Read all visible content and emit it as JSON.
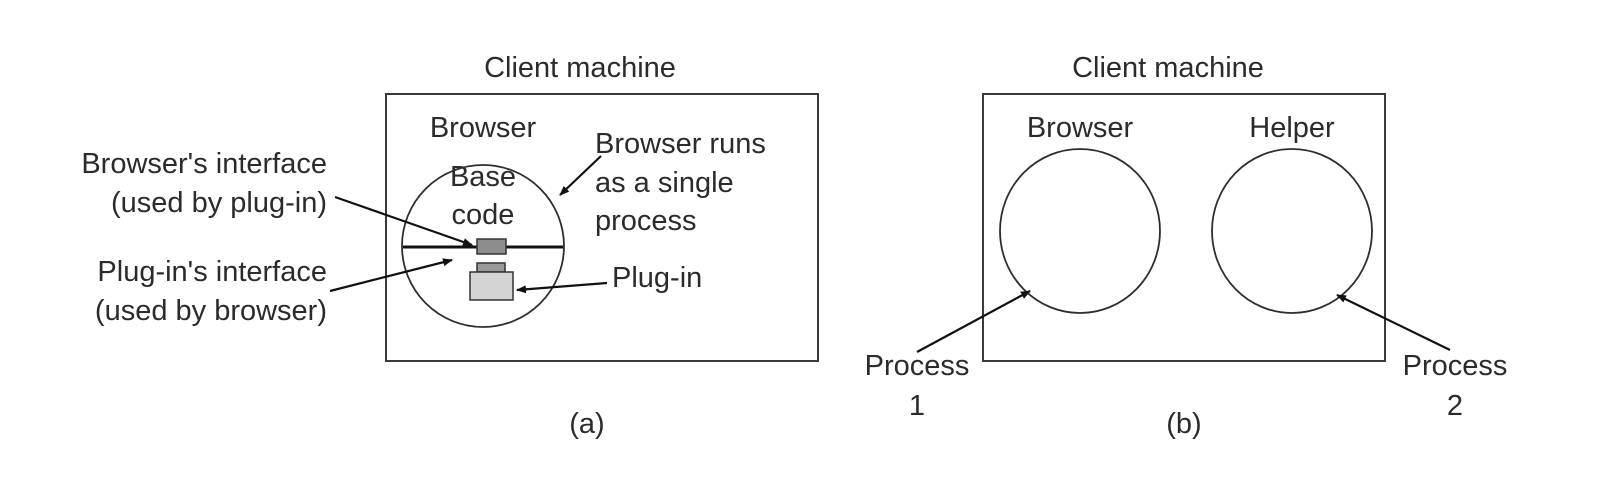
{
  "panels": {
    "a": {
      "caption": "(a)",
      "machine_label": "Client machine",
      "process_label": "Browser",
      "base_code": [
        "Base",
        "code"
      ],
      "runs_note": [
        "Browser runs",
        "as a single",
        "process"
      ],
      "plugin_label": "Plug-in",
      "browser_interface_label": [
        "Browser's interface",
        "(used by plug-in)"
      ],
      "plugin_interface_label": [
        "Plug-in's interface",
        "(used by browser)"
      ],
      "colors": {
        "browser_interface_fill": "#8c8c8c",
        "plugin_tab_fill": "#9a9a9a",
        "plugin_body_fill": "#d4d4d4"
      }
    },
    "b": {
      "caption": "(b)",
      "machine_label": "Client machine",
      "left_process_label": "Browser",
      "right_process_label": "Helper",
      "process1_label": [
        "Process",
        "1"
      ],
      "process2_label": [
        "Process",
        "2"
      ]
    }
  }
}
